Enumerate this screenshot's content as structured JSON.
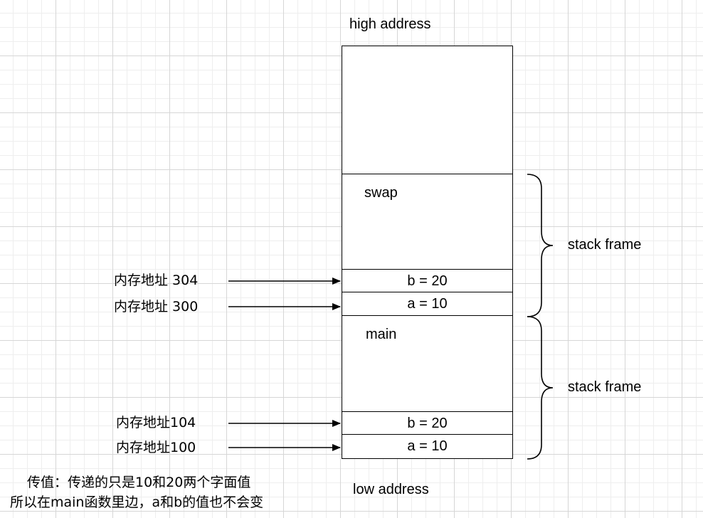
{
  "stack": {
    "high_label": "high address",
    "low_label": "low address",
    "swap_label": "swap",
    "main_label": "main",
    "swap_b": "b = 20",
    "swap_a": "a = 10",
    "main_b": "b = 20",
    "main_a": "a = 10"
  },
  "braces": {
    "upper_label": "stack frame",
    "lower_label": "stack frame"
  },
  "pointers": [
    {
      "label": "内存地址 304"
    },
    {
      "label": "内存地址 300"
    },
    {
      "label": "内存地址104"
    },
    {
      "label": "内存地址100"
    }
  ],
  "note": {
    "line1": "传值：传递的只是10和20两个字面值",
    "line2": "所以在main函数里边，a和b的值也不会变"
  },
  "colors": {
    "line": "#000000",
    "grid": "#d6d6d6",
    "background": "#ffffff"
  }
}
